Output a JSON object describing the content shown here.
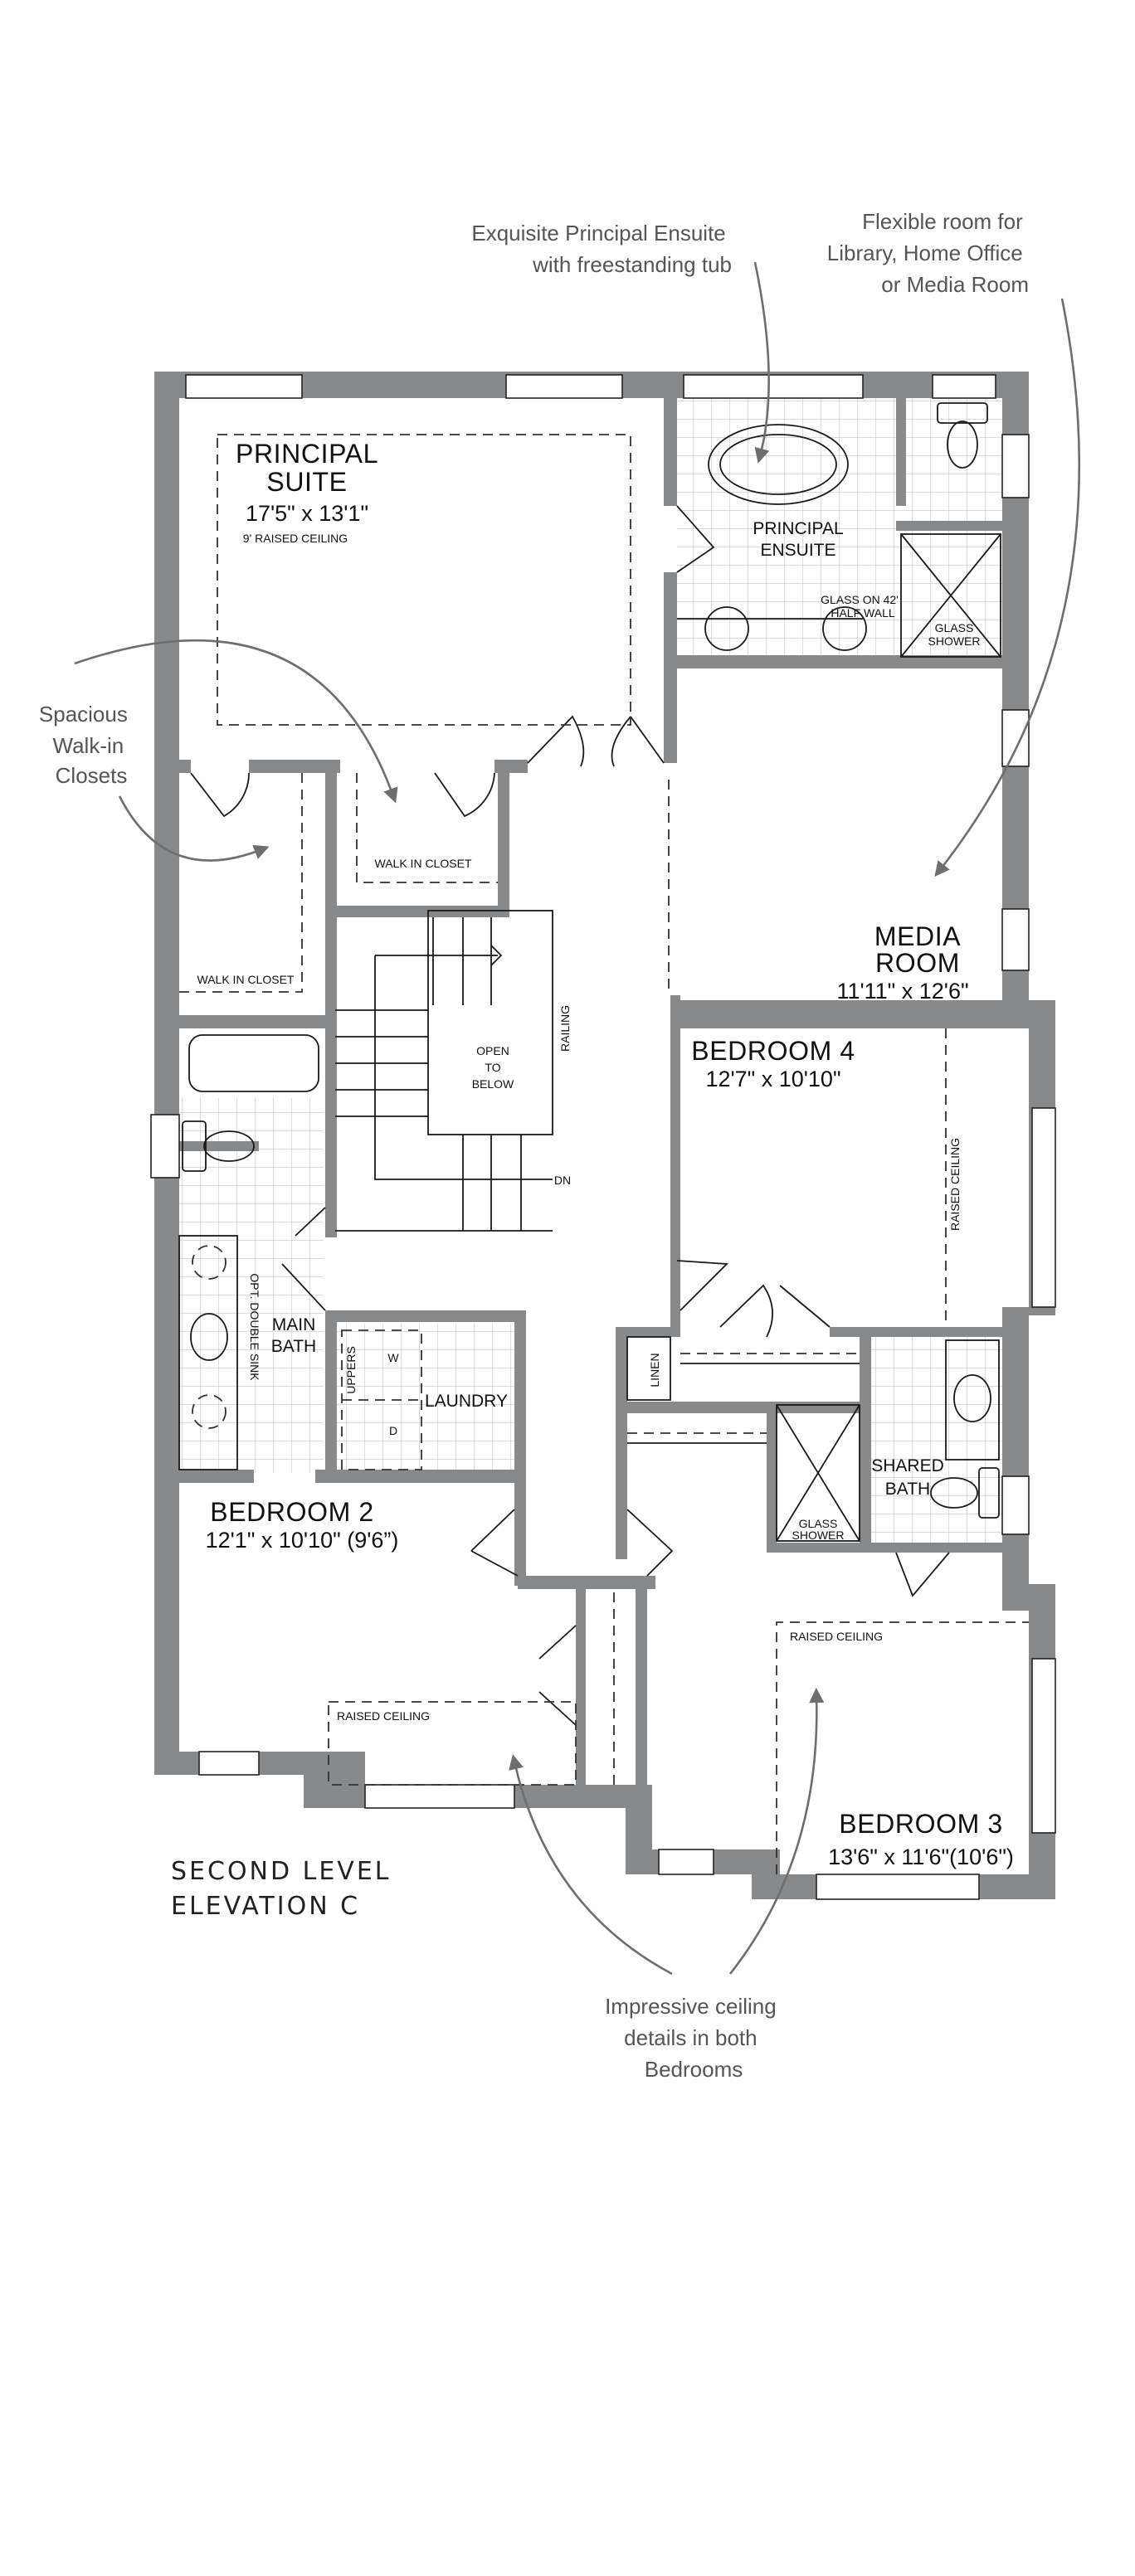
{
  "plan": {
    "title_lines": [
      "SECOND LEVEL",
      "ELEVATION C"
    ],
    "wall_color": "#88898b",
    "annotation_color": "#6e6e6e"
  },
  "annotations": {
    "ensuite": [
      "Exquisite Principal Ensuite",
      "with freestanding tub"
    ],
    "media": [
      "Flexible room for",
      "Library, Home Office",
      "or Media Room"
    ],
    "closets": [
      "Spacious",
      "Walk-in",
      "Closets"
    ],
    "ceilings": [
      "Impressive ceiling",
      "details in both",
      "Bedrooms"
    ]
  },
  "rooms": {
    "principal_suite": {
      "name": [
        "PRINCIPAL",
        "SUITE"
      ],
      "size": "17'5\" x 13'1\"",
      "note": "9' RAISED CEILING"
    },
    "principal_ensuite": {
      "name": [
        "PRINCIPAL",
        "ENSUITE"
      ],
      "note": [
        "GLASS ON 42'",
        "HALF WALL"
      ],
      "shower": [
        "GLASS",
        "SHOWER"
      ]
    },
    "walk_in_closet_1": "WALK IN CLOSET",
    "walk_in_closet_2": "WALK IN CLOSET",
    "media_room": {
      "name": [
        "MEDIA",
        "ROOM"
      ],
      "size": "11'11\" x 12'6\""
    },
    "bedroom4": {
      "name": "BEDROOM 4",
      "size": "12'7\" x 10'10\"",
      "note": "RAISED CEILING"
    },
    "stairs": {
      "open": [
        "OPEN",
        "TO",
        "BELOW"
      ],
      "railing": "RAILING",
      "down": "DN"
    },
    "main_bath": {
      "name": [
        "MAIN",
        "BATH"
      ],
      "note": "OPT. DOUBLE SINK"
    },
    "laundry": {
      "name": "LAUNDRY",
      "uppers": "UPPERS",
      "washer": "W",
      "dryer": "D"
    },
    "linen": "LINEN",
    "shared_bath": {
      "name": [
        "SHARED",
        "BATH"
      ],
      "shower": [
        "GLASS",
        "SHOWER"
      ]
    },
    "bedroom2": {
      "name": "BEDROOM 2",
      "size": "12'1\" x 10'10\" (9'6”)",
      "note": "RAISED CEILING"
    },
    "bedroom3": {
      "name": "BEDROOM 3",
      "size": "13'6\" x 11'6\"(10'6\")",
      "note": "RAISED CEILING"
    }
  }
}
